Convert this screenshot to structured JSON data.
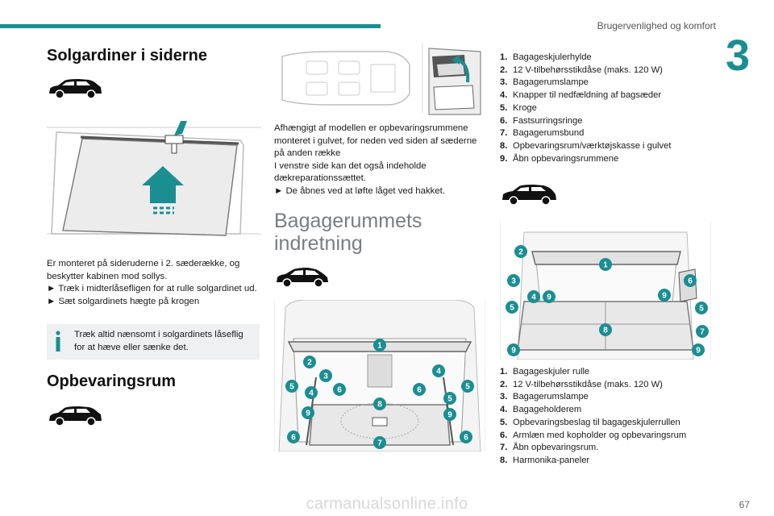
{
  "header": {
    "section_title": "Brugervenlighed og komfort",
    "chapter_number": "3"
  },
  "accent_color": "#1b8e92",
  "col1": {
    "heading1": "Solgardiner i siderne",
    "para1": "Er monteret på sideruderne i 2. sæderække, og beskytter kabinen mod sollys.",
    "bullet1": "► Træk i midterlåsefligen for at rulle solgardinet ud.",
    "bullet2": "► Sæt solgardinets hægte på krogen",
    "tip": "Træk altid nænsomt i solgardinets låseflig for at hæve eller sænke det.",
    "heading2": "Opbevaringsrum"
  },
  "col2": {
    "para_line1": "Afhængigt af modellen er opbevaringsrummene monteret i gulvet, for neden ved siden af sæderne på anden række",
    "para_line2": "I venstre side kan det også indeholde dækreparationssættet.",
    "bullet": "► De åbnes ved at løfte låget ved hakket.",
    "heading": "Bagagerummets indretning"
  },
  "col3": {
    "list1": [
      {
        "n": "1.",
        "t": "Bagageskjulerhylde"
      },
      {
        "n": "2.",
        "t": "12 V-tilbehørsstikdåse (maks. 120 W)"
      },
      {
        "n": "3.",
        "t": "Bagagerumslampe"
      },
      {
        "n": "4.",
        "t": "Knapper til nedfældning af bagsæder"
      },
      {
        "n": "5.",
        "t": "Kroge"
      },
      {
        "n": "6.",
        "t": "Fastsurringsringe"
      },
      {
        "n": "7.",
        "t": "Bagagerumsbund"
      },
      {
        "n": "8.",
        "t": "Opbevaringsrum/værktøjskasse i gulvet"
      },
      {
        "n": "9.",
        "t": "Åbn opbevaringsrummene"
      }
    ],
    "list2": [
      {
        "n": "1.",
        "t": "Bagageskjuler rulle"
      },
      {
        "n": "2.",
        "t": "12 V-tilbehørsstikdåse (maks. 120 W)"
      },
      {
        "n": "3.",
        "t": "Bagagerumslampe"
      },
      {
        "n": "4.",
        "t": "Bagageholderem"
      },
      {
        "n": "5.",
        "t": "Opbevaringsbeslag til bagageskjulerrullen"
      },
      {
        "n": "6.",
        "t": "Armlæn med kopholder og opbevaringsrum"
      },
      {
        "n": "7.",
        "t": "Åbn opbevaringsrum."
      },
      {
        "n": "8.",
        "t": "Harmonika-paneler"
      }
    ]
  },
  "callouts_fig3": [
    "1",
    "2",
    "3",
    "4",
    "5",
    "6",
    "8",
    "9",
    "9",
    "4",
    "5",
    "6",
    "7",
    "6",
    "5",
    "6"
  ],
  "callouts_fig4": [
    "1",
    "2",
    "3",
    "4",
    "9",
    "5",
    "9",
    "6",
    "5",
    "7",
    "8",
    "9",
    "9"
  ],
  "footer": {
    "page_number": "67",
    "watermark": "carmanualsonline.info"
  }
}
